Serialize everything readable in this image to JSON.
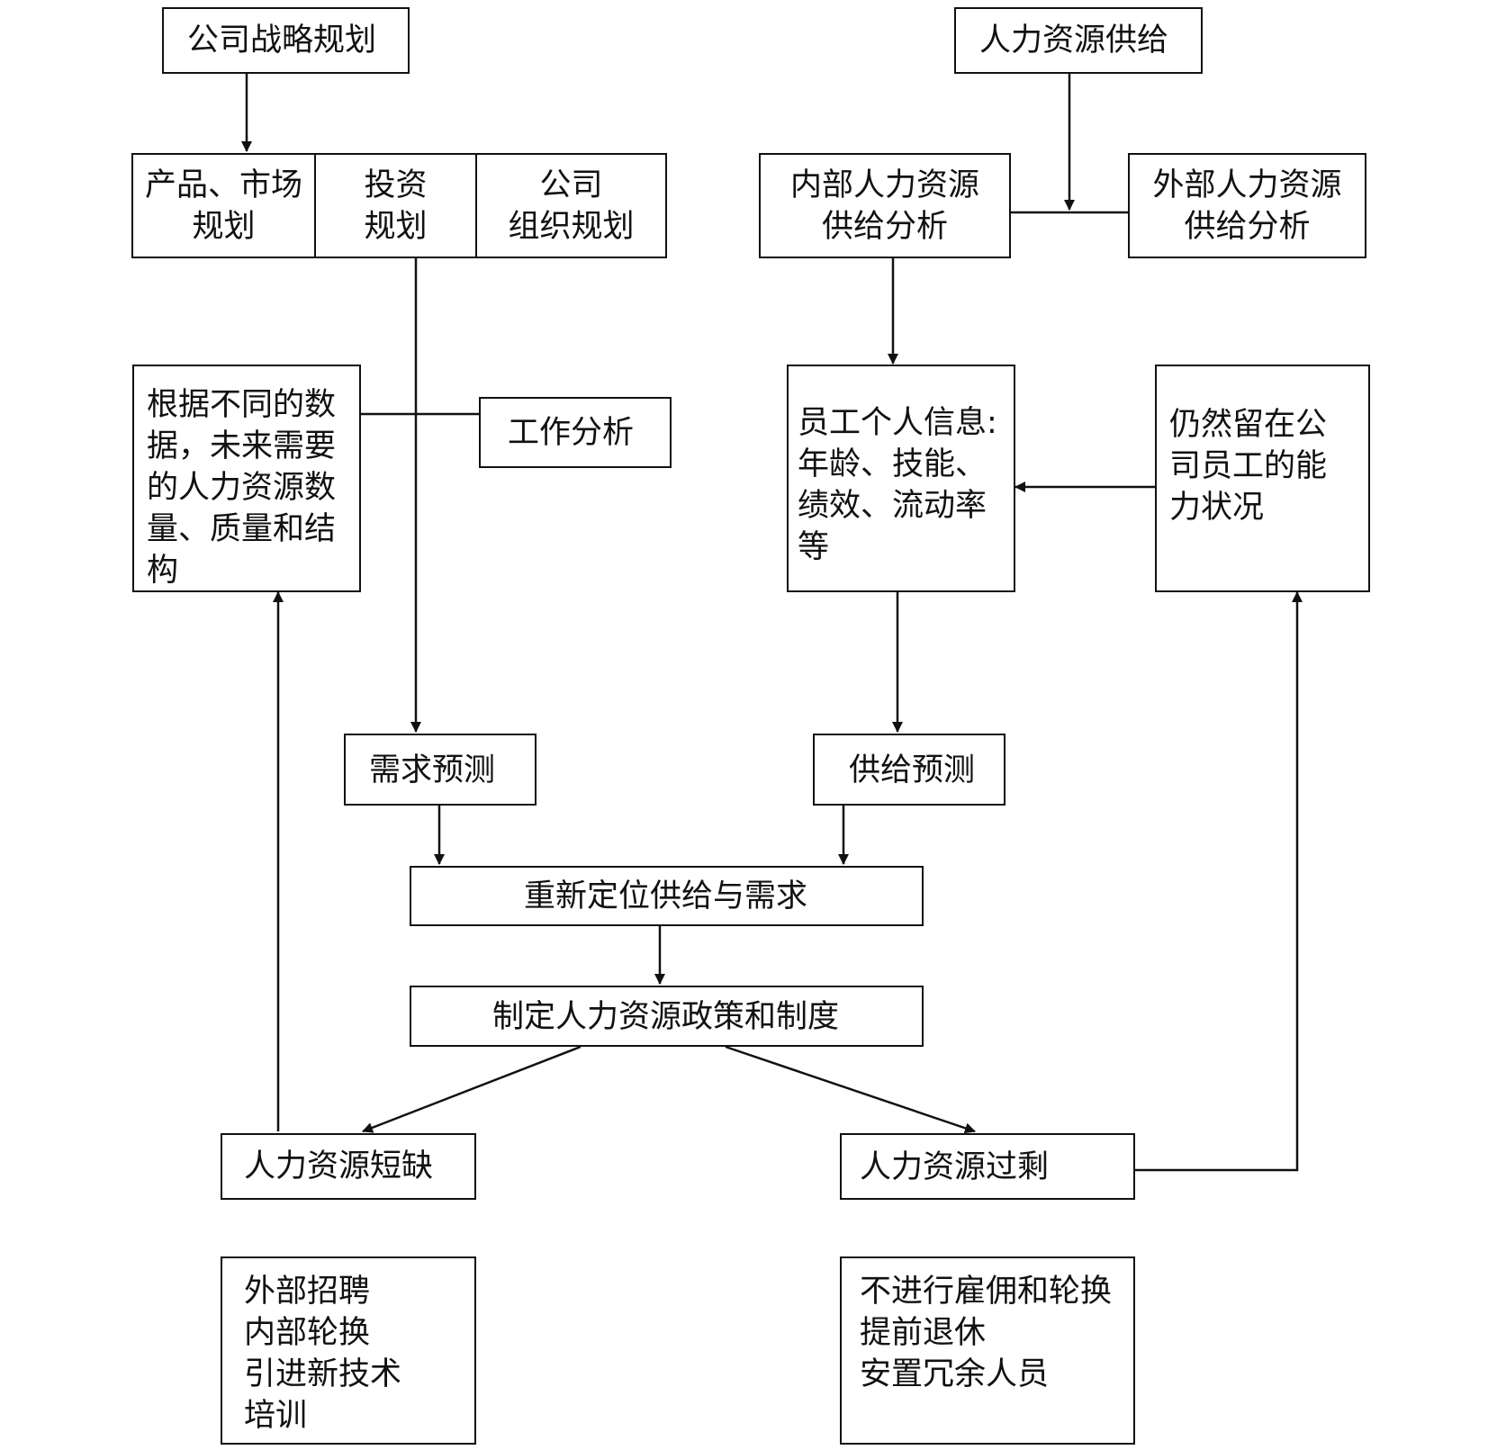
{
  "strategy": {
    "title": "公司战略规划",
    "plans": [
      {
        "line1": "产品、市场",
        "line2": "规划"
      },
      {
        "line1": "投资",
        "line2": "规划"
      },
      {
        "line1": "公司",
        "line2": "组织规划"
      }
    ]
  },
  "demand": {
    "data_lines": [
      "根据不同的数",
      "据，未来需要",
      "的人力资源数",
      "量、质量和结",
      "构"
    ],
    "job_analysis": "工作分析",
    "forecast": "需求预测"
  },
  "supply": {
    "title": "人力资源供给",
    "internal": {
      "line1": "内部人力资源",
      "line2": "供给分析"
    },
    "external": {
      "line1": "外部人力资源",
      "line2": "供给分析"
    },
    "employee_info_lines": [
      "员工个人信息:",
      "年龄、技能、",
      "绩效、流动率",
      "等"
    ],
    "remaining_lines": [
      "仍然留在公",
      "司员工的能",
      "力状况"
    ],
    "forecast": "供给预测"
  },
  "center": {
    "reposition": "重新定位供给与需求",
    "policy": "制定人力资源政策和制度"
  },
  "shortage": {
    "title": "人力资源短缺",
    "actions": [
      "外部招聘",
      "内部轮换",
      "引进新技术",
      "培训"
    ]
  },
  "surplus": {
    "title": "人力资源过剩",
    "actions": [
      "不进行雇佣和轮换",
      "提前退休",
      "安置冗余人员"
    ]
  }
}
